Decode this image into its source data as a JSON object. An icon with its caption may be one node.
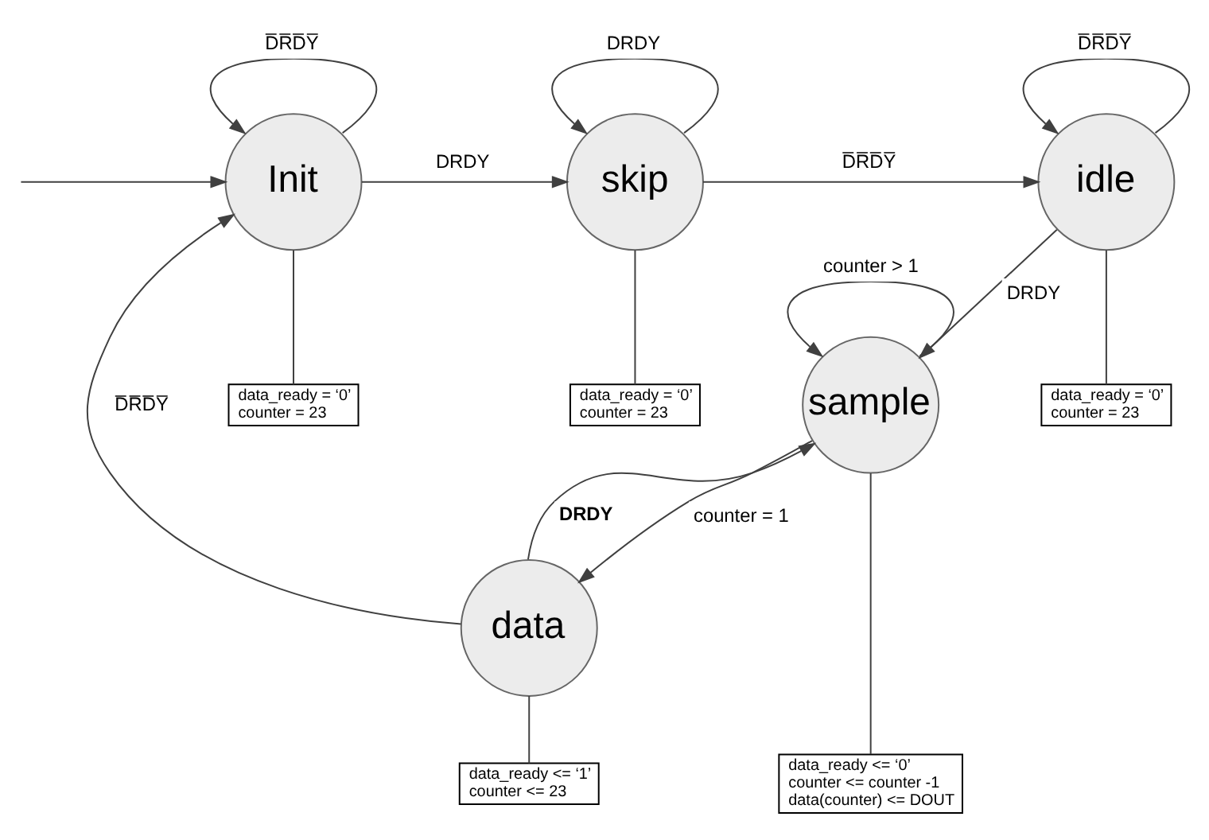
{
  "diagram": {
    "nodes": [
      {
        "text": [
          "Init"
        ]
      },
      {
        "text": [
          "skip"
        ]
      },
      {
        "text": [
          "idle"
        ]
      },
      {
        "text": [
          "data_ready = ‘0’",
          "counter = 23"
        ]
      },
      {
        "text": [
          "data_ready = ‘0’",
          "counter = 23"
        ]
      },
      {
        "text": [
          "data_ready = ‘0’",
          "counter = 23"
        ]
      },
      {
        "text": [
          "data"
        ]
      },
      {
        "text": [
          "sample"
        ]
      },
      {
        "text": [
          "data_ready <= ‘1’",
          "counter <= 23"
        ]
      },
      {
        "text": [
          "data_ready <= ‘0’",
          "counter <= counter -1",
          "data(counter) <= DOUT"
        ]
      }
    ],
    "edges": [
      {
        "from": null,
        "to": 0,
        "arrow": "to"
      },
      {
        "from": 0,
        "to": 0,
        "arrow": "to",
        "label": "D̅R̅D̅Y̅"
      },
      {
        "from": 0,
        "to": 1,
        "arrow": "to",
        "label": "DRDY"
      },
      {
        "from": 1,
        "to": 1,
        "arrow": "to",
        "label": "DRDY"
      },
      {
        "from": 1,
        "to": 2,
        "arrow": "to",
        "label": "D̅R̅D̅Y̅"
      },
      {
        "from": 2,
        "to": 2,
        "arrow": "to",
        "label": "D̅R̅D̅Y̅"
      },
      {
        "from": 2,
        "to": 7,
        "arrow": "to",
        "label": "DRDY"
      },
      {
        "from": 7,
        "to": 7,
        "arrow": "to",
        "label": "counter > 1"
      },
      {
        "from": 7,
        "to": 6,
        "arrow": "to",
        "label": "counter = 1"
      },
      {
        "from": 6,
        "to": 7,
        "arrow": "to",
        "label": "DRDY"
      },
      {
        "from": 6,
        "to": 0,
        "arrow": "to",
        "label": "D̅R̅D̅Y̅"
      },
      {
        "from": 0,
        "to": 3,
        "arrow": "none"
      },
      {
        "from": 1,
        "to": 4,
        "arrow": "none"
      },
      {
        "from": 2,
        "to": 5,
        "arrow": "none"
      },
      {
        "from": 6,
        "to": 8,
        "arrow": "none"
      },
      {
        "from": 7,
        "to": 9,
        "arrow": "none"
      }
    ]
  }
}
